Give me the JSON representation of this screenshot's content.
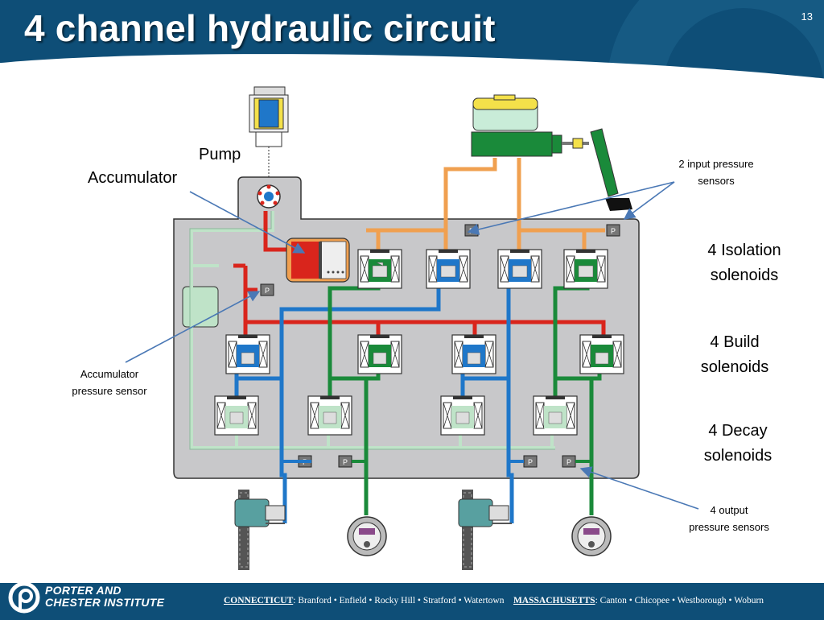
{
  "slide": {
    "title": "4 channel hydraulic circuit",
    "number": "13"
  },
  "labels": {
    "pump": "Pump",
    "accumulator": "Accumulator",
    "input_sensors_line1": "2 input pressure",
    "input_sensors_line2": "sensors",
    "isolation_line1": "4 Isolation",
    "isolation_line2": "solenoids",
    "build_line1": "4 Build",
    "build_line2": "solenoids",
    "decay_line1": "4 Decay",
    "decay_line2": "solenoids",
    "accum_sensor_line1": "Accumulator",
    "accum_sensor_line2": "pressure sensor",
    "output_sensors_line1": "4 output",
    "output_sensors_line2": "pressure sensors",
    "sensor_symbol": "P"
  },
  "footer": {
    "brand_line1": "PORTER AND",
    "brand_line2": "CHESTER INSTITUTE",
    "state1": "CONNECTICUT",
    "state1_cities": "Branford • Enfield • Rocky Hill • Stratford • Watertown",
    "state2": "MASSACHUSETTS",
    "state2_cities": "Canton • Chicopee • Westborough • Woburn"
  },
  "colors": {
    "header": "#0e4e77",
    "high_pressure_red": "#d9251c",
    "master_orange": "#f0a050",
    "channel_blue": "#1f77c9",
    "channel_green": "#1a8a3a",
    "return_lightgreen": "#bfe3c8",
    "body_gray": "#c8c8ca",
    "arrow": "#4a78b5"
  }
}
